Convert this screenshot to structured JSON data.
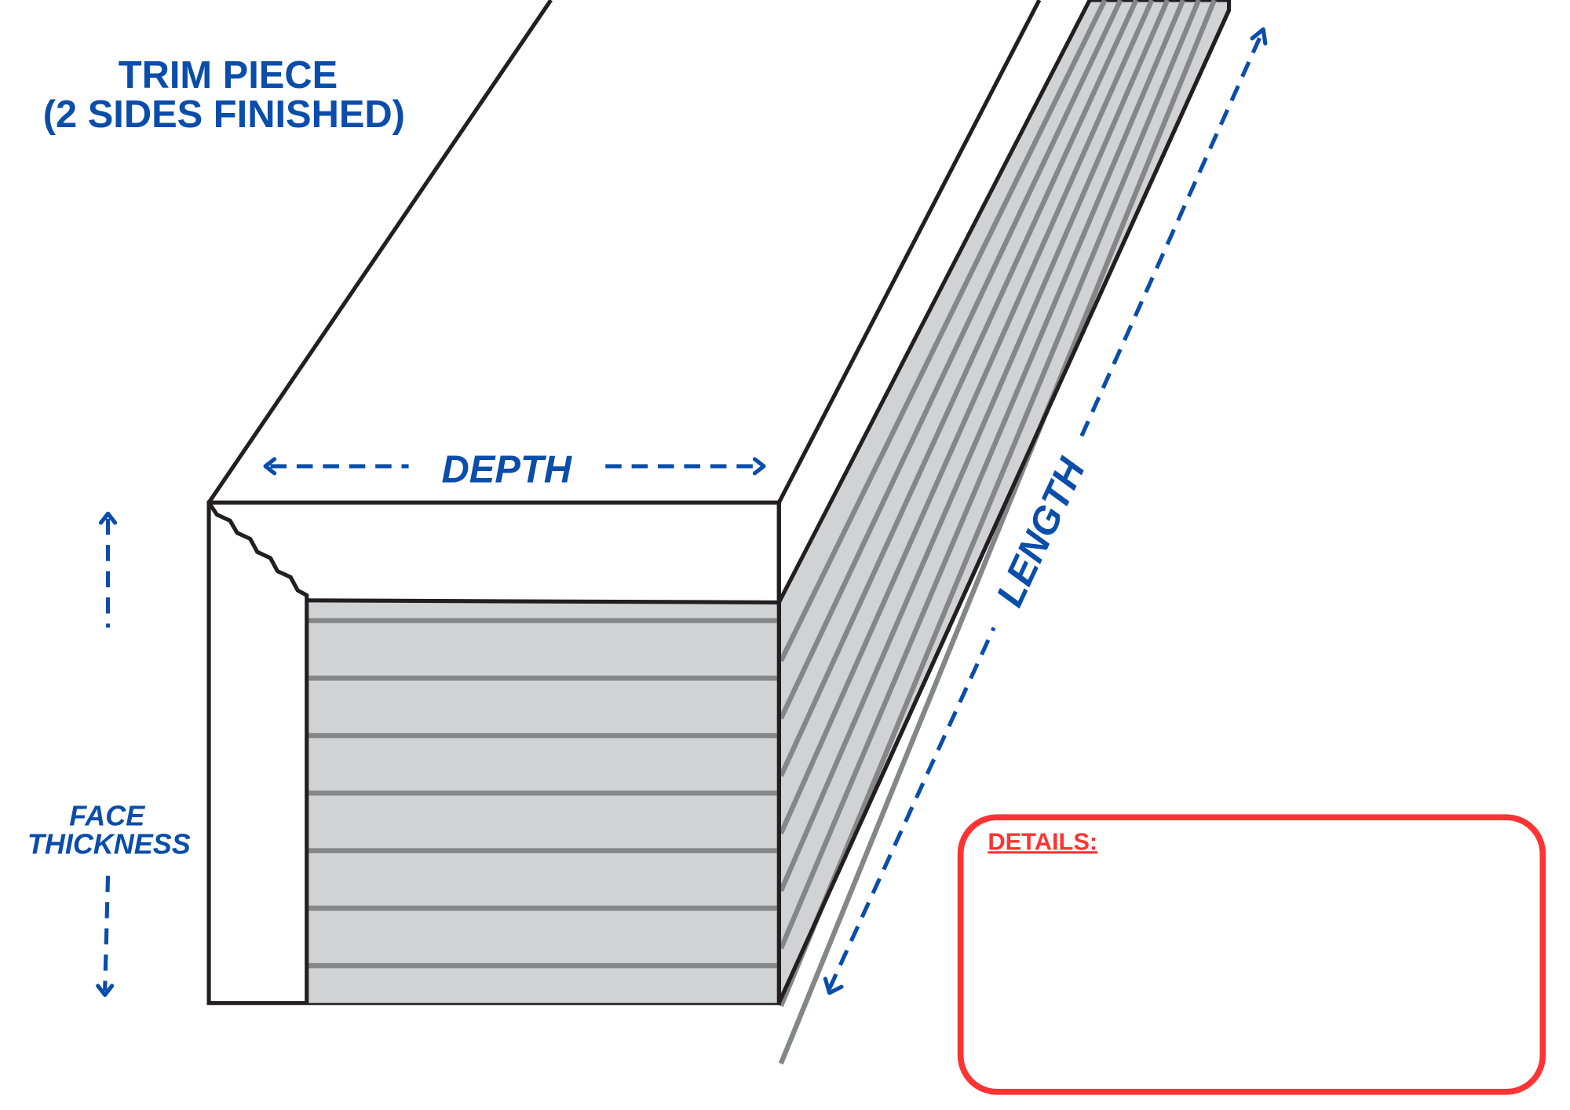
{
  "title": {
    "line1": "TRIM PIECE",
    "line2": "(2 SIDES FINISHED)"
  },
  "labels": {
    "depth": "DEPTH",
    "length": "LENGTH",
    "face_line1": "FACE",
    "face_line2": "THICKNESS"
  },
  "details": {
    "heading": "DETAILS:"
  },
  "colors": {
    "label_blue": "#0a4daa",
    "details_red": "#ff3333",
    "wood_gray": "#d1d2d4",
    "grain_gray": "#858688"
  }
}
